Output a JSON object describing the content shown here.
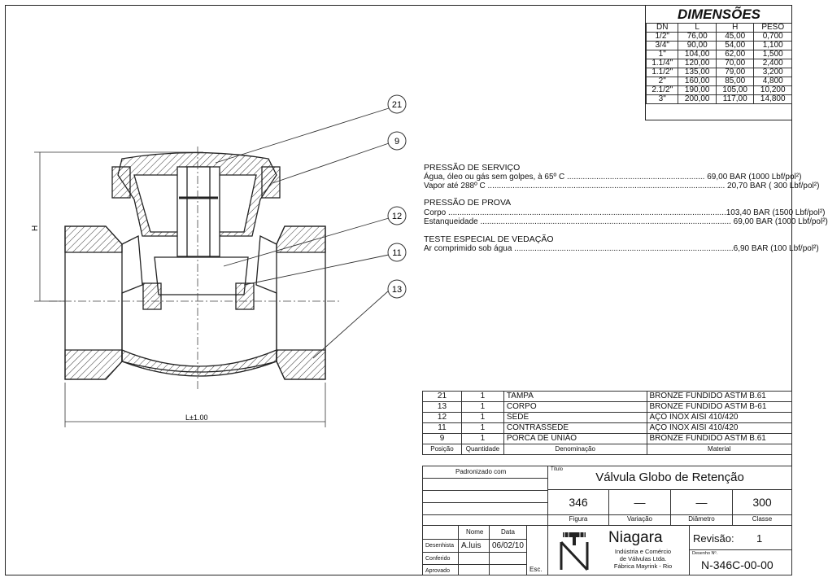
{
  "dimensions": {
    "title": "DIMENSÕES",
    "columns": [
      "DN",
      "L",
      "H",
      "PESO"
    ],
    "rows": [
      [
        "1/2\"",
        "76,00",
        "45,00",
        "0,700"
      ],
      [
        "3/4\"",
        "90,00",
        "54,00",
        "1,100"
      ],
      [
        "1\"",
        "104,00",
        "62,00",
        "1,500"
      ],
      [
        "1.1/4\"",
        "120,00",
        "70,00",
        "2,400"
      ],
      [
        "1.1/2\"",
        "135,00",
        "79,00",
        "3,200"
      ],
      [
        "2\"",
        "160,00",
        "85,00",
        "4,800"
      ],
      [
        "2.1/2\"",
        "190,00",
        "105,00",
        "10,200"
      ],
      [
        "3\"",
        "200,00",
        "117,00",
        "14,800"
      ]
    ]
  },
  "specs": {
    "service_title": "PRESSÃO DE SERVIÇO",
    "service_lines": [
      "Água, óleo ou gás sem golpes, à 65º C ............................................................. 69,00 BAR (1000 Lbf/pol²)",
      "Vapor até 288º C ......................................................................................................... 20,70 BAR ( 300 Lbf/pol²)"
    ],
    "test_title": "PRESSÃO DE PROVA",
    "test_lines": [
      "Corpo ...........................................................................................................................103,40 BAR (1500 Lbf/pol²)",
      "Estanqueidade ............................................................................................................... 69,00 BAR (1000 Lbf/pol²)"
    ],
    "seal_title": "TESTE ESPECIAL DE VEDAÇÃO",
    "seal_lines": [
      "Ar comprimido sob água .................................................................................................6,90 BAR (100 Lbf/pol²)"
    ]
  },
  "drawing": {
    "callouts": [
      "21",
      "9",
      "12",
      "11",
      "13"
    ],
    "dim_h": "H",
    "dim_l": "L±1.00"
  },
  "parts": {
    "rows": [
      [
        "21",
        "1",
        "TAMPA",
        "BRONZE FUNDIDO ASTM B.61"
      ],
      [
        "13",
        "1",
        "CORPO",
        "BRONZE FUNDIDO ASTM B-61"
      ],
      [
        "12",
        "1",
        "SEDE",
        "AÇO INOX AISI 410/420"
      ],
      [
        "11",
        "1",
        "CONTRASSEDE",
        "AÇO INOX AISI 410/420"
      ],
      [
        "9",
        "1",
        "PORCA DE UNIÃO",
        "BRONZE FUNDIDO ASTM B.61"
      ]
    ],
    "headers": [
      "Posição",
      "Quantidade",
      "Denominação",
      "Material"
    ]
  },
  "titleblock": {
    "standardized": "Padronizado com",
    "title_label": "Título",
    "title": "Válvula Globo de Retenção",
    "figura": "346",
    "variacao": "—",
    "diametro": "—",
    "classe": "300",
    "figura_lbl": "Figura",
    "variacao_lbl": "Variação",
    "diametro_lbl": "Diâmetro",
    "classe_lbl": "Classe",
    "nome_lbl": "Nome",
    "data_lbl": "Data",
    "desenhista_lbl": "Desenhista",
    "conferido_lbl": "Conferido",
    "aprovado_lbl": "Aprovado",
    "nome": "A.luis",
    "data": "06/02/10",
    "esc_lbl": "Esc.",
    "company": "Niagara",
    "company_lines": [
      "Indústria e Comércio",
      "de Válvulas Ltda.",
      "Fábrica Mayrink - Rio"
    ],
    "revisao_lbl": "Revisão:",
    "revisao": "1",
    "desenho_lbl": "Desenho Nº.",
    "desenho": "N-346C-00-00"
  }
}
